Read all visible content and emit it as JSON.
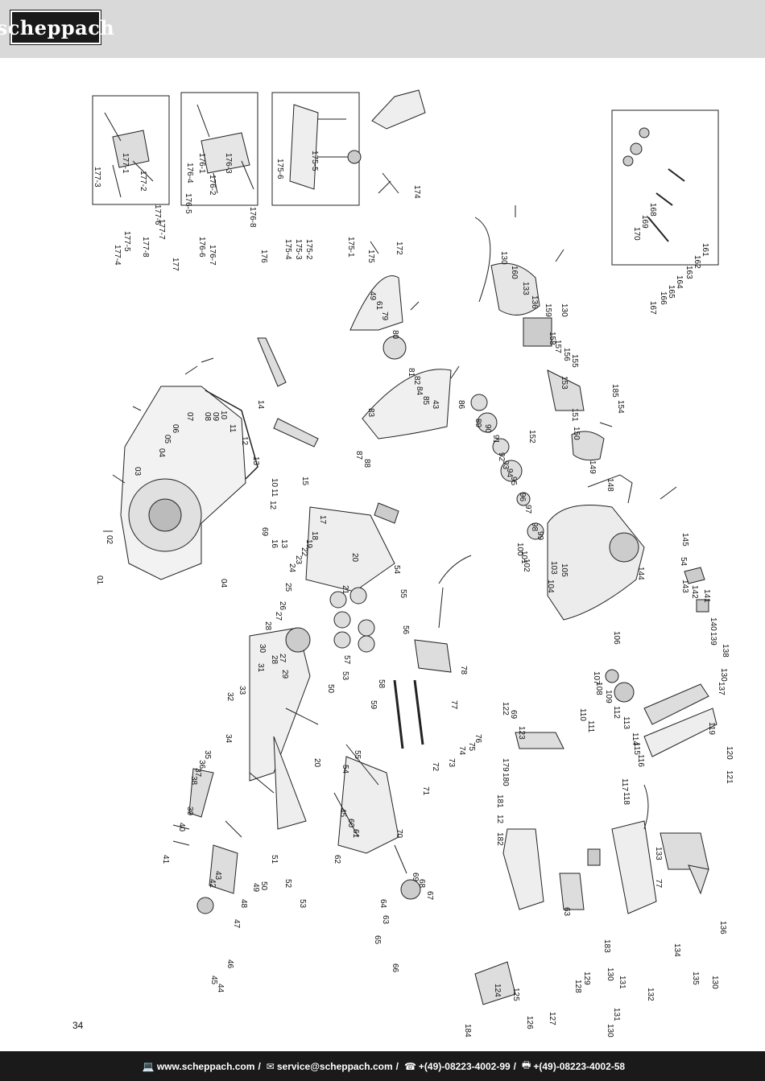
{
  "header": {
    "brand": "scheppach"
  },
  "page_number": "34",
  "footer": {
    "web_icon": "computer-icon",
    "web": "www.scheppach.com",
    "mail_icon": "mail-icon",
    "mail": "service@scheppach.com",
    "phone_icon": "phone-icon",
    "phone": "+(49)-08223-4002-99",
    "fax_icon": "fax-icon",
    "fax": "+(49)-08223-4002-58",
    "separator": "/"
  },
  "callouts": {
    "a": [
      "177-1",
      "177-2",
      "177-3",
      "177-6",
      "177-7",
      "177-8",
      "177-5",
      "177-4",
      "177"
    ],
    "b": [
      "176-1",
      "176-2",
      "176-3",
      "176-4",
      "176-5",
      "176-8",
      "176-6",
      "176-7",
      "176"
    ],
    "c": [
      "175-5",
      "175-6",
      "175-2",
      "175-3",
      "175-4",
      "175-1",
      "175",
      "174",
      "172"
    ],
    "d": [
      "168",
      "169",
      "170",
      "161",
      "162",
      "163",
      "164",
      "165",
      "166",
      "167"
    ],
    "e": [
      "130",
      "160",
      "133",
      "136",
      "159",
      "130",
      "158",
      "157",
      "156",
      "155",
      "153",
      "185",
      "154",
      "151",
      "150",
      "152",
      "149",
      "148"
    ],
    "f": [
      "49",
      "61",
      "79",
      "80",
      "81",
      "82",
      "84",
      "85",
      "43",
      "83",
      "86",
      "87",
      "88",
      "89",
      "90",
      "91",
      "92",
      "93",
      "94",
      "95",
      "96",
      "97",
      "98",
      "99",
      "100",
      "101",
      "102",
      "103",
      "104",
      "105",
      "106"
    ],
    "g": [
      "07",
      "06",
      "05",
      "04",
      "03",
      "08",
      "09",
      "10",
      "11",
      "12",
      "13",
      "14",
      "15",
      "10",
      "11",
      "12",
      "69",
      "16",
      "13",
      "02",
      "01",
      "04"
    ],
    "h": [
      "17",
      "18",
      "19",
      "20",
      "22",
      "23",
      "24",
      "25",
      "21",
      "26",
      "27",
      "28",
      "55",
      "54",
      "56",
      "57",
      "58",
      "59",
      "53",
      "50",
      "31",
      "30",
      "29",
      "27",
      "28",
      "32",
      "33",
      "34",
      "35",
      "36",
      "37",
      "38",
      "39",
      "40",
      "41",
      "42",
      "43",
      "44",
      "45",
      "46",
      "47",
      "48",
      "49",
      "50",
      "51",
      "52",
      "53",
      "20",
      "54",
      "55"
    ],
    "i": [
      "78",
      "77",
      "76",
      "75",
      "74",
      "73",
      "72",
      "71",
      "45",
      "60",
      "61",
      "62",
      "70",
      "69",
      "68",
      "67",
      "66",
      "65",
      "64",
      "63"
    ],
    "j": [
      "145",
      "144",
      "54",
      "143",
      "142",
      "141",
      "140",
      "139",
      "138",
      "137",
      "130",
      "107",
      "108",
      "109",
      "110",
      "111",
      "112",
      "113",
      "114",
      "115",
      "116",
      "117",
      "118",
      "119",
      "120",
      "121",
      "122",
      "69",
      "123",
      "179",
      "180",
      "181",
      "12",
      "182"
    ],
    "k": [
      "133",
      "77",
      "63",
      "183",
      "129",
      "128",
      "124",
      "125",
      "126",
      "127",
      "130",
      "131",
      "132",
      "134",
      "135",
      "136",
      "130",
      "131",
      "130",
      "184"
    ]
  }
}
